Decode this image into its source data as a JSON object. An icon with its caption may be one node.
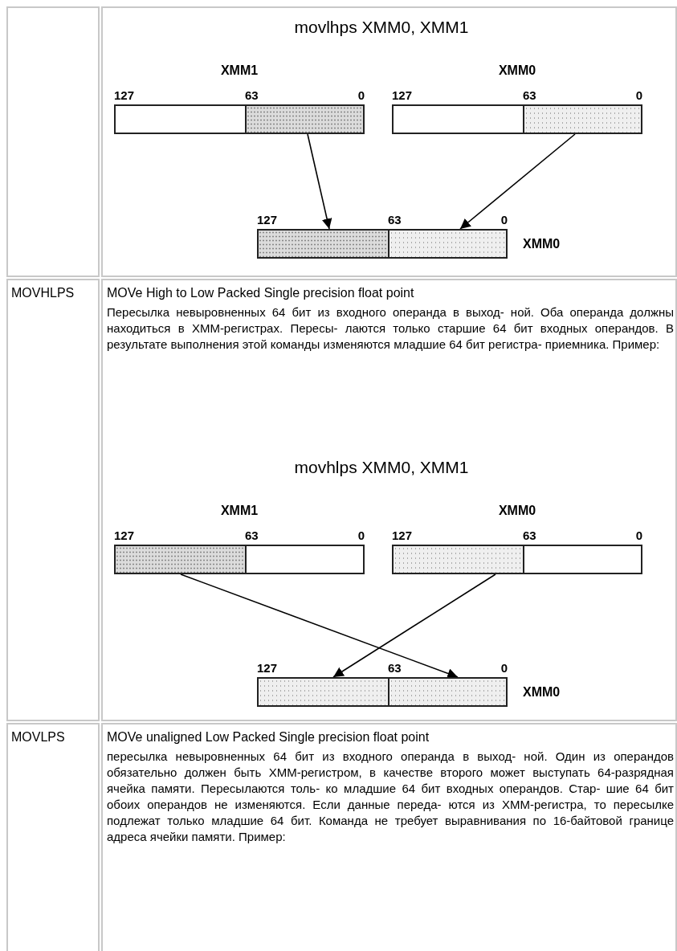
{
  "diagram": {
    "nodes": [
      {
        "text": [
          "XMM1"
        ]
      },
      {
        "text": [],
        "shape": "box",
        "in": 0
      },
      {
        "text": [],
        "shape": "box",
        "in": 0
      },
      {
        "text": [
          "XMM0"
        ]
      },
      {
        "text": [],
        "shape": "box",
        "in": 3
      },
      {
        "text": [],
        "shape": "box",
        "in": 3
      },
      {
        "text": [
          "XMM0"
        ]
      },
      {
        "text": [],
        "shape": "box",
        "in": 6
      },
      {
        "text": [],
        "shape": "box",
        "in": 6
      },
      {
        "text": [
          "XMM1"
        ]
      },
      {
        "text": [],
        "shape": "box",
        "in": 9
      },
      {
        "text": [],
        "shape": "box",
        "in": 9
      },
      {
        "text": [
          "XMM0"
        ]
      },
      {
        "text": [],
        "shape": "box",
        "in": 12
      },
      {
        "text": [],
        "shape": "box",
        "in": 12
      },
      {
        "text": [
          "XMM0"
        ]
      },
      {
        "text": [],
        "shape": "box",
        "in": 15
      },
      {
        "text": [],
        "shape": "box",
        "in": 15
      }
    ],
    "edges": [
      {
        "from": 2,
        "to": 7,
        "arrow": "to"
      },
      {
        "from": 5,
        "to": 8,
        "arrow": "to"
      },
      {
        "from": 10,
        "to": 17,
        "arrow": "to"
      },
      {
        "from": 13,
        "to": 16,
        "arrow": "to"
      }
    ],
    "labels": [
      "movlhps XMM0, XMM1",
      "127",
      "63",
      "0",
      "127",
      "63",
      "0",
      "127",
      "63",
      "0",
      "MOVHLPS",
      "MOVe High to Low Packed Single precision float point",
      "Пересылка невыровненных 64 бит из входного операнда в выход- ной. Оба операнда должны находиться в ХММ-регистрах. Пересы- лаются только старшие 64 бит входных операндов. В результате выполнения этой команды изменяются младшие 64 бит регистра- приемника. Пример:",
      "movhlps XMM0, XMM1",
      "127",
      "63",
      "0",
      "127",
      "63",
      "0",
      "127",
      "63",
      "0",
      "MOVLPS",
      "MOVe unaligned Low Packed Single precision float point",
      "пересылка невыровненных 64 бит из входного операнда в выход- ной. Один из операндов обязательно должен быть ХММ-регистром, в качестве второго может выступать 64-разрядная ячейка памяти. Пересылаются толь- ко младшие 64 бит входных операндов. Стар- шие 64 бит обоих операндов не изменяются. Если данные переда- ются из ХММ-регистра, то пересылке подлежат только младшие 64 бит. Команда не требует выравнивания по 16-байтовой границе адреса ячейки памяти. Пример:"
    ]
  }
}
